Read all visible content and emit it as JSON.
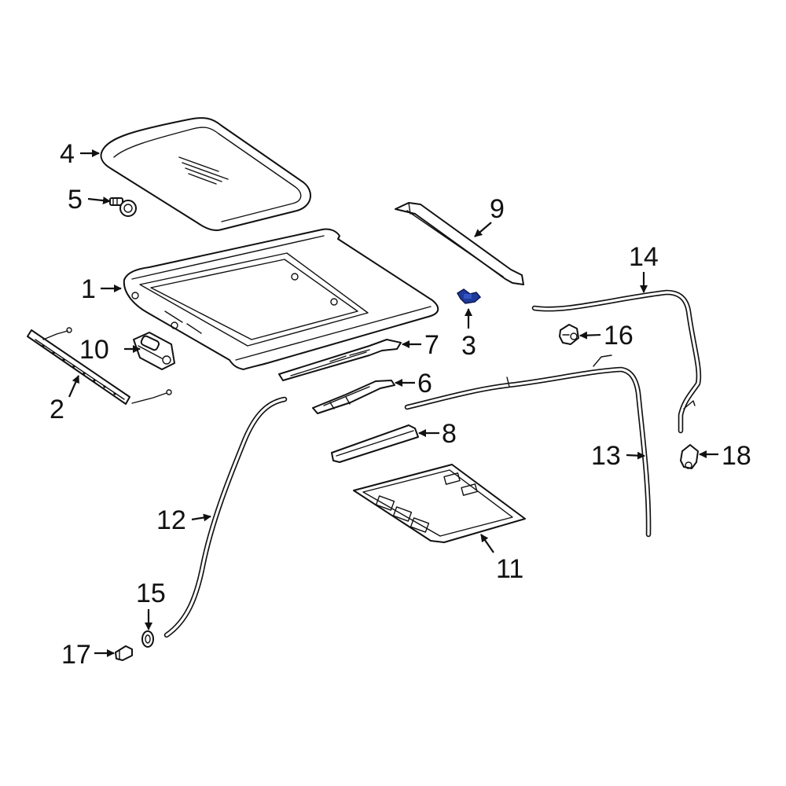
{
  "accent_color": "#1e3a9a",
  "highlighted_part": "3",
  "callouts": [
    {
      "id": "c1",
      "label": "1"
    },
    {
      "id": "c2",
      "label": "2"
    },
    {
      "id": "c3",
      "label": "3"
    },
    {
      "id": "c4",
      "label": "4"
    },
    {
      "id": "c5",
      "label": "5"
    },
    {
      "id": "c6",
      "label": "6"
    },
    {
      "id": "c7",
      "label": "7"
    },
    {
      "id": "c8",
      "label": "8"
    },
    {
      "id": "c9",
      "label": "9"
    },
    {
      "id": "c10",
      "label": "10"
    },
    {
      "id": "c11",
      "label": "11"
    },
    {
      "id": "c12",
      "label": "12"
    },
    {
      "id": "c13",
      "label": "13"
    },
    {
      "id": "c14",
      "label": "14"
    },
    {
      "id": "c15",
      "label": "15"
    },
    {
      "id": "c16",
      "label": "16"
    },
    {
      "id": "c17",
      "label": "17"
    },
    {
      "id": "c18",
      "label": "18"
    }
  ]
}
